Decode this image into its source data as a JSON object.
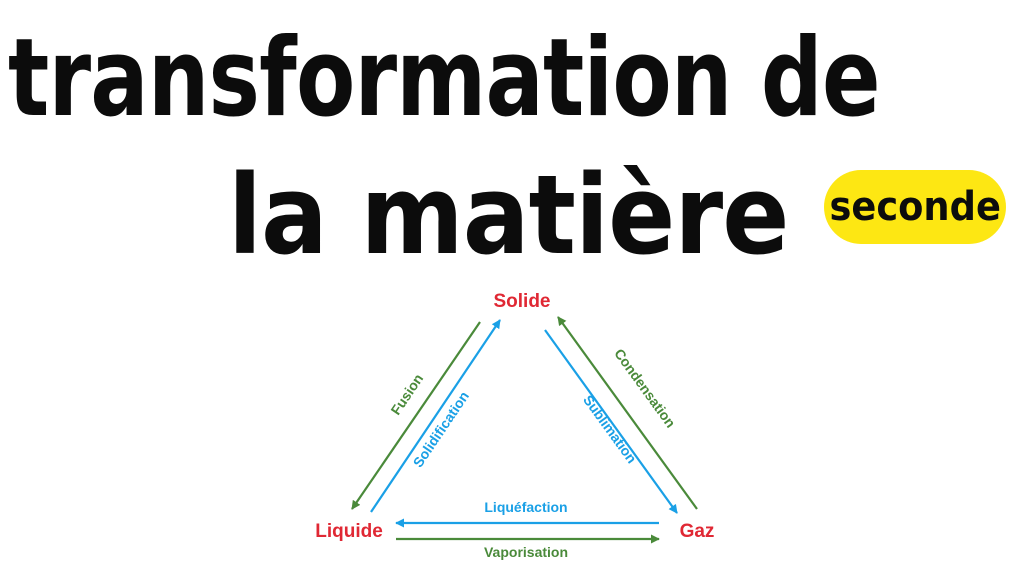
{
  "title": {
    "line1": "transformation de",
    "line2": "la matière"
  },
  "badge": {
    "label": "seconde"
  },
  "diagram": {
    "states": {
      "solid": "Solide",
      "liquid": "Liquide",
      "gas": "Gaz"
    },
    "transitions": {
      "fusion": "Fusion",
      "solidification": "Solidification",
      "condensation": "Condensation",
      "sublimation": "Sublimation",
      "liquefaction": "Liquéfaction",
      "vaporisation": "Vaporisation"
    }
  },
  "colors": {
    "state_text": "#e02834",
    "green_arrow": "#4a8a3a",
    "blue_arrow": "#1aa0e6",
    "badge_bg": "#fde713",
    "title_text": "#0c0c0c"
  }
}
